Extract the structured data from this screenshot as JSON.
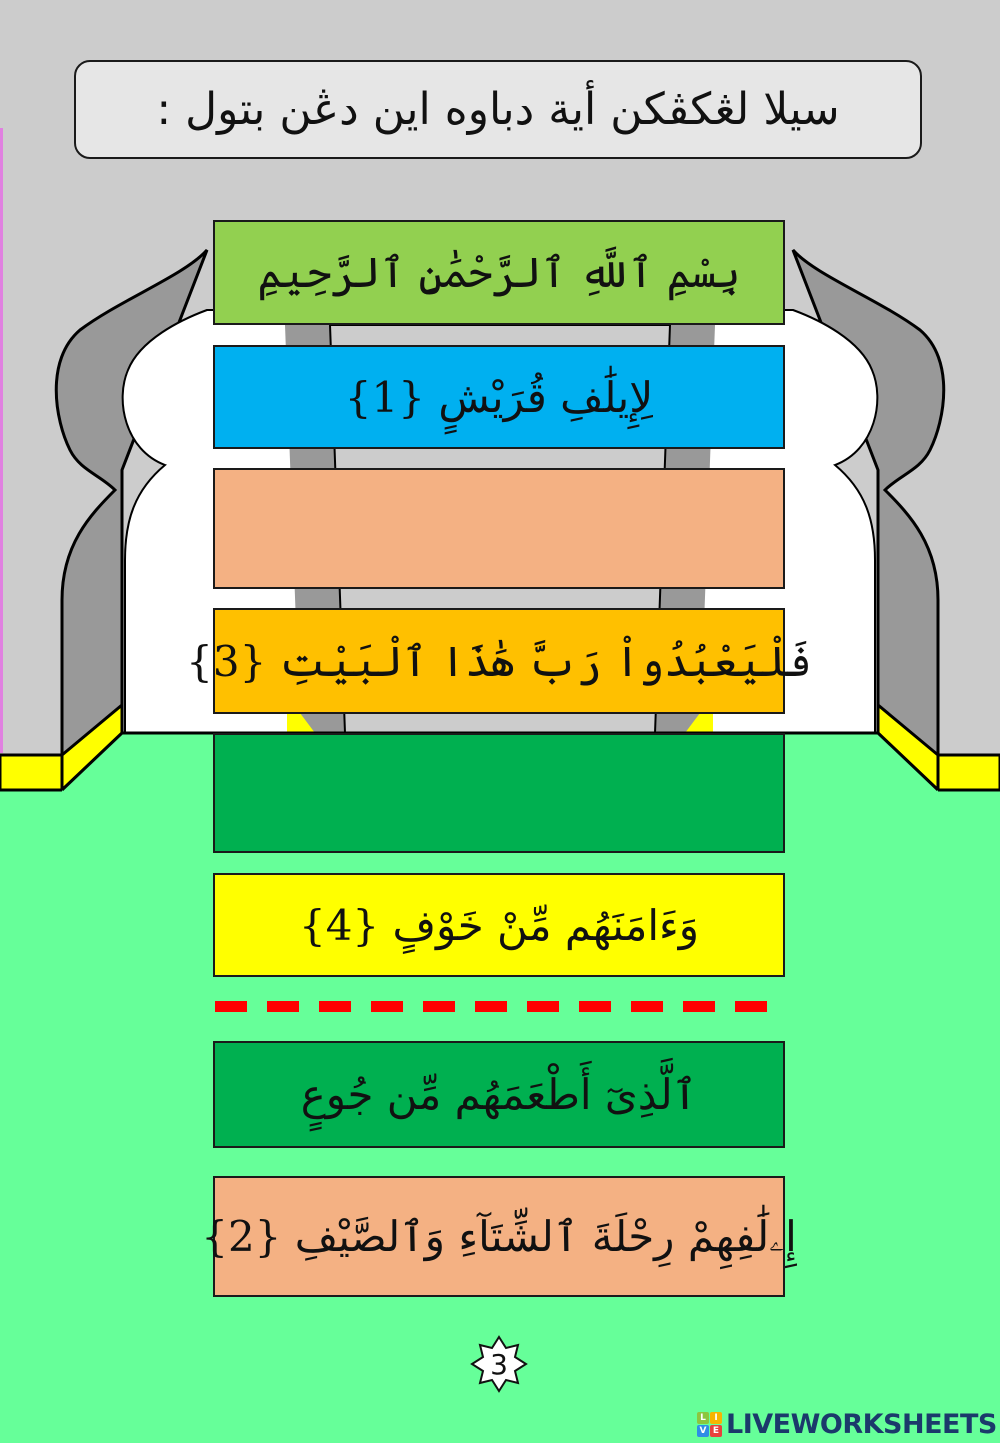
{
  "colors": {
    "wall": "#cccccc",
    "floor": "#66ff99",
    "arch_frame": "#999999",
    "arch_inner": "#ffffff",
    "trim": "#ffff00",
    "title_box": "#e6e6e6",
    "dash": "#ff0000",
    "edge_line": "#e080e0"
  },
  "instruction": {
    "text": "سيلا لڠكڤكن أية دباوه اين دڠن بتول :"
  },
  "strips": [
    {
      "id": "bismillah",
      "text": "بِسْمِ ٱللَّهِ ٱلرَّحْمَٰنِ ٱلرَّحِيمِ",
      "color": "#92d050",
      "state": "filled"
    },
    {
      "id": "verse-1",
      "text": "لِإِيلَٰفِ قُرَيْشٍ {1}",
      "color": "#00b0f0",
      "state": "filled"
    },
    {
      "id": "slot-a",
      "text": "",
      "color": "#f4b183",
      "state": "empty-drop-target"
    },
    {
      "id": "verse-3",
      "text": "فَلْيَعْبُدُواْ رَبَّ هَٰذَا ٱلْبَيْتِ {3}",
      "color": "#ffc000",
      "state": "filled"
    },
    {
      "id": "slot-b",
      "text": "",
      "color": "#00b050",
      "state": "empty-drop-target"
    },
    {
      "id": "verse-4",
      "text": "وَءَامَنَهُم مِّنْ خَوْفٍ {4}",
      "color": "#ffff00",
      "state": "filled"
    }
  ],
  "answer_options": [
    {
      "id": "option-green",
      "text": "ٱلَّذِىٓ أَطْعَمَهُم مِّن جُوعٍ",
      "color": "#00b050"
    },
    {
      "id": "option-peach",
      "text": "إِۦلَٰفِهِمْ رِحْلَةَ ٱلشِّتَآءِ وَٱلصَّيْفِ {2}",
      "color": "#f4b183"
    }
  ],
  "page": {
    "number": "3"
  },
  "watermark": {
    "text": "LIVEWORKSHEETS",
    "mark_letters": [
      "L",
      "I",
      "V",
      "E"
    ],
    "mark_colors": [
      "#8cc63f",
      "#f7b500",
      "#2e8ee6",
      "#e8413c"
    ]
  }
}
